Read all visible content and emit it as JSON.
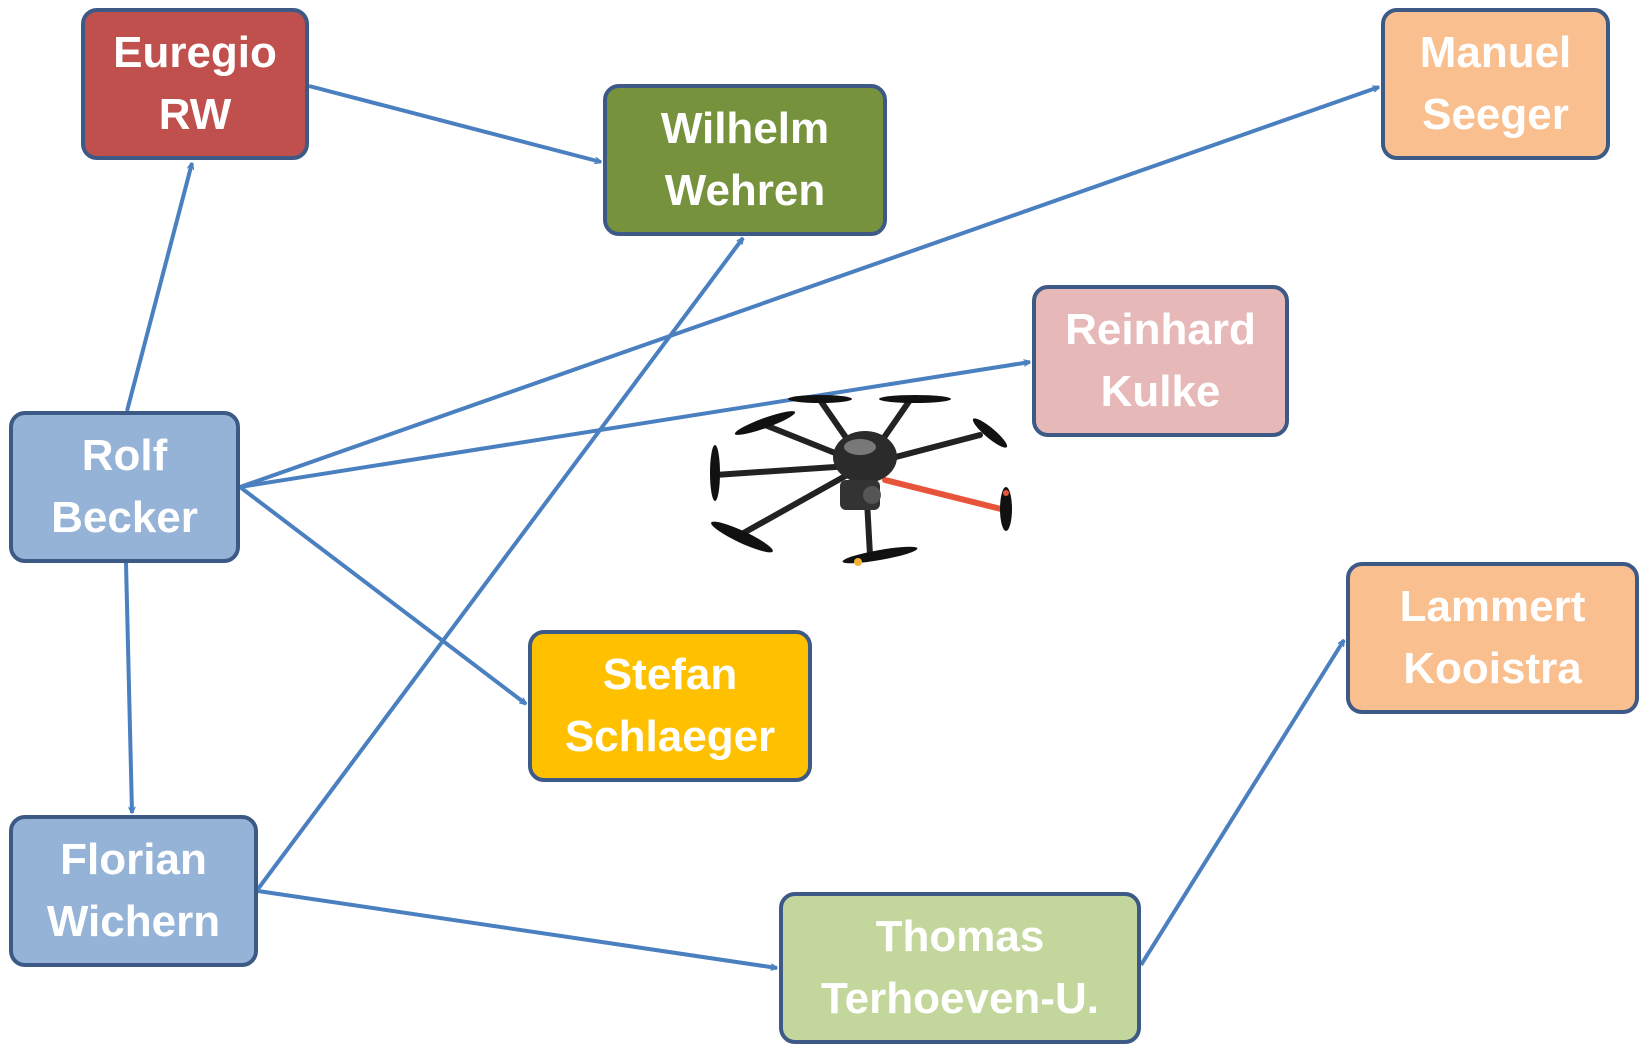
{
  "colors": {
    "edge": "#4a7fc0",
    "border": "#3d5a86"
  },
  "nodes": {
    "euregio": {
      "line1": "Euregio",
      "line2": "RW",
      "fill": "#c0504d"
    },
    "wilhelm": {
      "line1": "Wilhelm",
      "line2": "Wehren",
      "fill": "#76923c"
    },
    "manuel": {
      "line1": "Manuel",
      "line2": "Seeger",
      "fill": "#f9bf8f"
    },
    "reinhard": {
      "line1": "Reinhard",
      "line2": "Kulke",
      "fill": "#e6b9b8"
    },
    "rolf": {
      "line1": "Rolf",
      "line2": "Becker",
      "fill": "#95b3d7"
    },
    "stefan": {
      "line1": "Stefan",
      "line2": "Schlaeger",
      "fill": "#ffc000"
    },
    "lammert": {
      "line1": "Lammert",
      "line2": "Kooistra",
      "fill": "#f9bf8f"
    },
    "florian": {
      "line1": "Florian",
      "line2": "Wichern",
      "fill": "#95b3d7"
    },
    "thomas": {
      "line1": "Thomas",
      "line2": "Terhoeven-U.",
      "fill": "#c3d69b"
    }
  },
  "edges": [
    {
      "from": "rolf",
      "to": "euregio"
    },
    {
      "from": "euregio",
      "to": "wilhelm"
    },
    {
      "from": "rolf",
      "to": "manuel"
    },
    {
      "from": "rolf",
      "to": "reinhard"
    },
    {
      "from": "rolf",
      "to": "stefan"
    },
    {
      "from": "rolf",
      "to": "florian"
    },
    {
      "from": "florian",
      "to": "wilhelm"
    },
    {
      "from": "florian",
      "to": "thomas"
    },
    {
      "from": "thomas",
      "to": "lammert"
    }
  ],
  "image": {
    "icon": "hexacopter-drone-icon"
  }
}
